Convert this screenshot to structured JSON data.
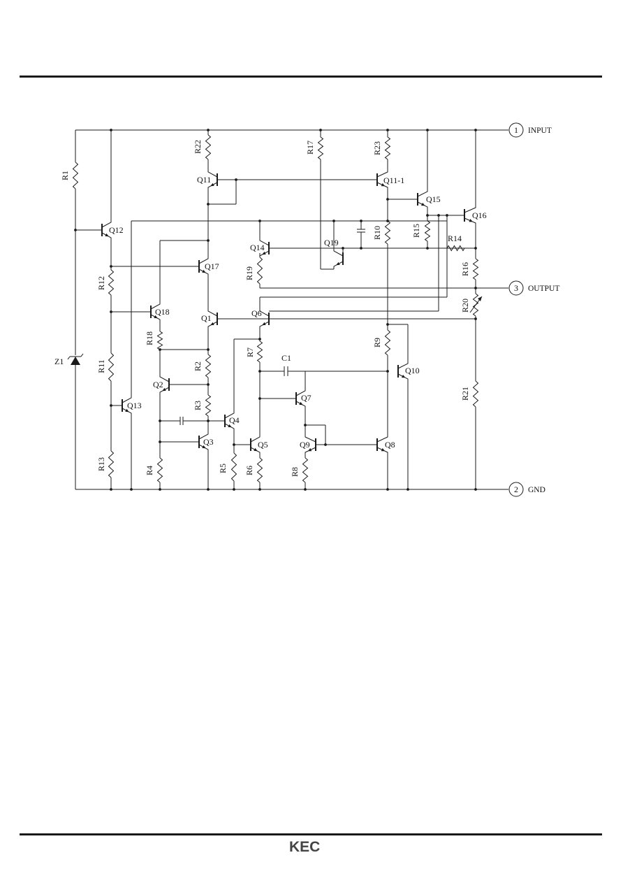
{
  "pins": [
    {
      "number": "1",
      "label": "INPUT"
    },
    {
      "number": "3",
      "label": "OUTPUT"
    },
    {
      "number": "2",
      "label": "GND"
    }
  ],
  "components": {
    "R1": "R1",
    "R2": "R2",
    "R3": "R3",
    "R4": "R4",
    "R5": "R5",
    "R6": "R6",
    "R7": "R7",
    "R8": "R8",
    "R9": "R9",
    "R10": "R10",
    "R11": "R11",
    "R12": "R12",
    "R13": "R13",
    "R14": "R14",
    "R15": "R15",
    "R16": "R16",
    "R17": "R17",
    "R18": "R18",
    "R19": "R19",
    "R20": "R20",
    "R21": "R21",
    "R22": "R22",
    "R23": "R23",
    "Q1": "Q1",
    "Q2": "Q2",
    "Q3": "Q3",
    "Q4": "Q4",
    "Q5": "Q5",
    "Q6": "Q6",
    "Q7": "Q7",
    "Q8": "Q8",
    "Q9": "Q9",
    "Q10": "Q10",
    "Q11": "Q11",
    "Q11_1": "Q11-1",
    "Q12": "Q12",
    "Q13": "Q13",
    "Q14": "Q14",
    "Q15": "Q15",
    "Q16": "Q16",
    "Q17": "Q17",
    "Q18": "Q18",
    "Q19": "Q19",
    "C1": "C1",
    "Z1": "Z1"
  },
  "footer": {
    "logo": "KEC"
  }
}
